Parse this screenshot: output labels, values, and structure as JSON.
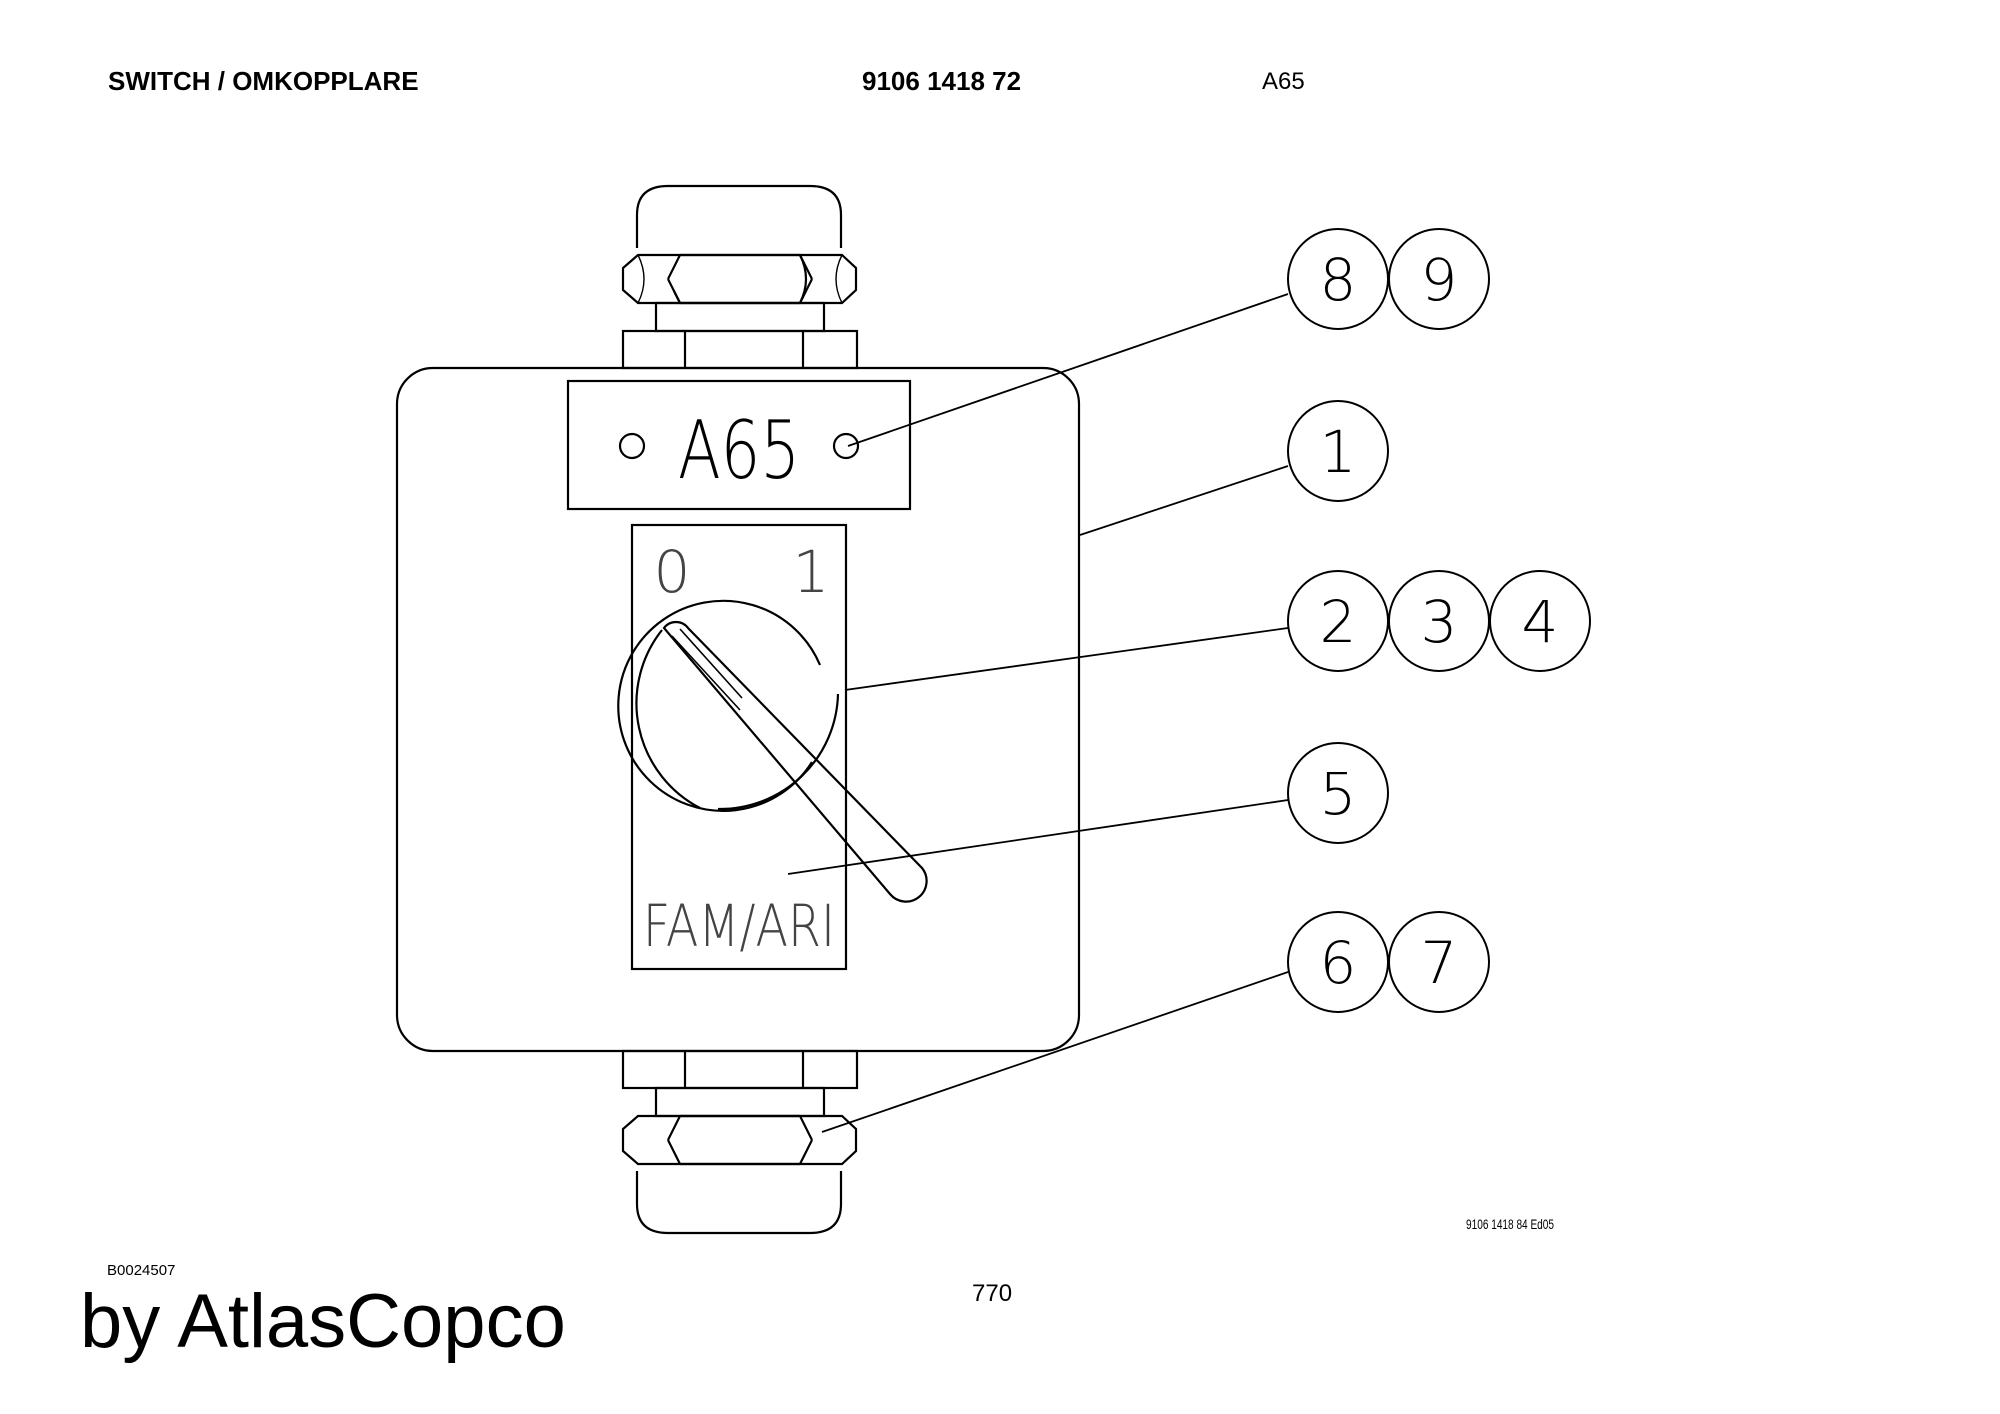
{
  "header": {
    "title": "SWITCH / OMKOPPLARE",
    "part_number": "9106 1418 72",
    "code": "A65"
  },
  "drawing": {
    "label_plate_text": "A65",
    "switch_positions": [
      "0",
      "1"
    ],
    "function_label": "FAM/ARI",
    "callouts": [
      "8",
      "9",
      "1",
      "2",
      "3",
      "4",
      "5",
      "6",
      "7"
    ]
  },
  "footer": {
    "document_id": "B0024507",
    "page_number": "770",
    "brand": "by AtlasCopco",
    "drawing_ref": "9106 1418 84 Ed05"
  }
}
